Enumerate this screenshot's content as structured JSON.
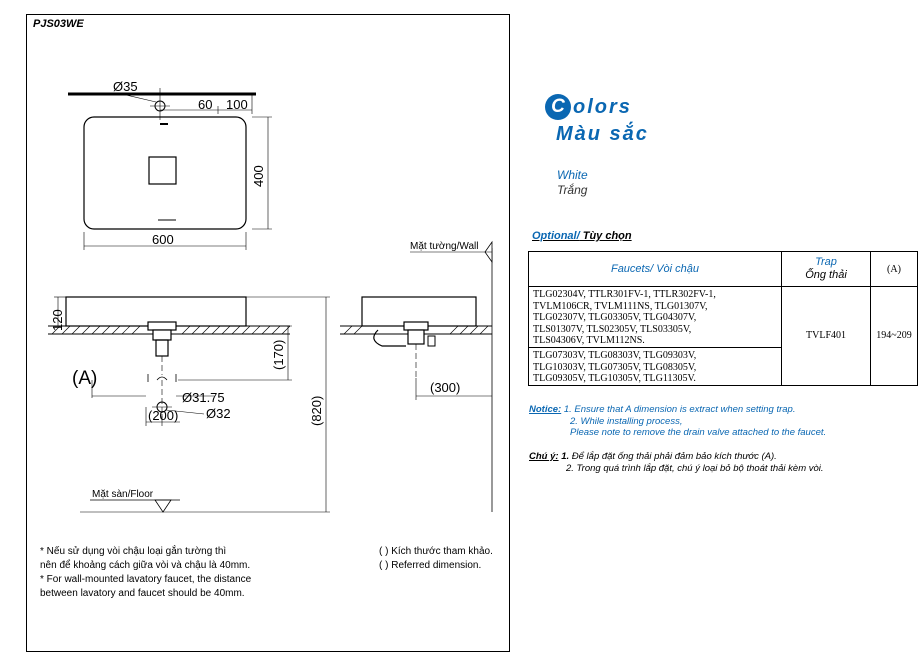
{
  "drawing": {
    "model": "PJS03WE",
    "dimensions": {
      "hole_diameter": "Ø35",
      "d60": "60",
      "d100": "100",
      "depth400": "400",
      "width600": "600",
      "height120": "120",
      "d170": "(170)",
      "d820": "(820)",
      "d300": "(300)",
      "d31_75": "Ø31.75",
      "d200": "(200)",
      "d32": "Ø32",
      "label_a": "(A)"
    },
    "wall_label": "Mặt tường/Wall",
    "floor_label": "Mặt sàn/Floor",
    "note_left": [
      "* Nếu sử dụng vòi chậu loại gắn tường thì",
      "   nên để khoảng cách giữa vòi và chậu là 40mm.",
      "* For wall-mounted lavatory faucet, the distance",
      "   between lavatory and faucet should be 40mm."
    ],
    "note_right": [
      "( ) Kích thước tham khảo.",
      "( ) Referred dimension."
    ]
  },
  "colors": {
    "initial": "C",
    "title_rest": "olors",
    "title_vi": "Màu sắc",
    "white_en": "White",
    "white_vi": "Trắng"
  },
  "optional": {
    "label_en": "Optional/",
    "label_vi": " Tùy chọn",
    "header_faucets": "Faucets/ Vòi chậu",
    "header_trap_en": "Trap",
    "header_trap_vi": "Ống thải",
    "header_a": "(A)",
    "faucets_group1": [
      "TLG02304V, TTLR301FV-1, TTLR302FV-1,",
      "TVLM106CR, TVLM111NS, TLG01307V,",
      "TLG02307V, TLG03305V, TLG04307V,",
      "TLS01307V, TLS02305V, TLS03305V,",
      "TLS04306V, TVLM112NS."
    ],
    "faucets_group2": [
      "TLG07303V, TLG08303V, TLG09303V,",
      "TLG10303V, TLG07305V, TLG08305V,",
      "TLG09305V, TLG10305V, TLG11305V."
    ],
    "trap": "TVLF401",
    "a_value": "194~209"
  },
  "notice": {
    "label": "Notice:",
    "line1": " 1. Ensure that A dimension is extract when setting trap.",
    "line2": "2. While installing process,",
    "line3": "Please note to remove the drain valve attached to the faucet."
  },
  "chuy": {
    "label": "Chú ý:",
    "num": " 1.",
    "line1": " Để lắp đặt ống thải phải đảm bảo kích thước (A).",
    "line2": "2. Trong quá trình lắp đặt, chú ý loại bỏ bộ thoát thải kèm vòi."
  }
}
